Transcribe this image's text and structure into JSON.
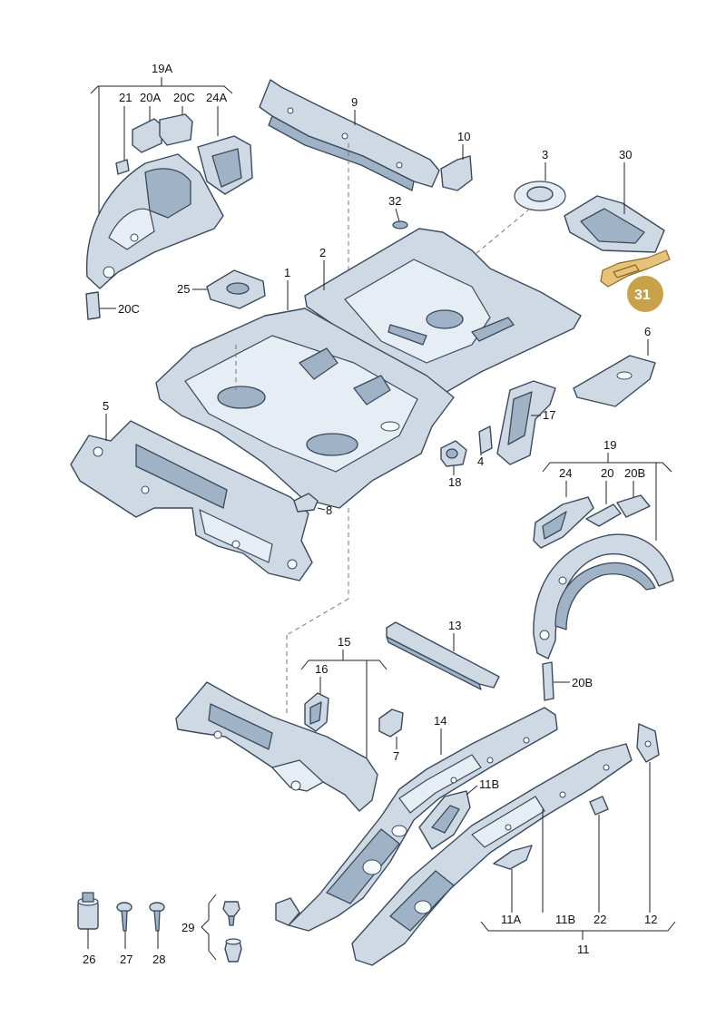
{
  "labels": {
    "l19A": "19A",
    "l21": "21",
    "l20A": "20A",
    "l20C": "20C",
    "l24A": "24A",
    "l9": "9",
    "l10": "10",
    "l3": "3",
    "l30": "30",
    "l32": "32",
    "l2": "2",
    "l1": "1",
    "l25": "25",
    "l20C_b": "20C",
    "l6": "6",
    "l5": "5",
    "l17": "17",
    "l4": "4",
    "l18": "18",
    "l8": "8",
    "l19": "19",
    "l24": "24",
    "l20": "20",
    "l20B": "20B",
    "l13": "13",
    "l15": "15",
    "l16": "16",
    "l20B_b": "20B",
    "l7": "7",
    "l14": "14",
    "l11B": "11B",
    "l29": "29",
    "l26": "26",
    "l27": "27",
    "l28": "28",
    "l11A": "11A",
    "l11B_b": "11B",
    "l22": "22",
    "l12": "12",
    "l11": "11"
  },
  "highlight": {
    "part": "31",
    "color": "#c8a24a"
  }
}
